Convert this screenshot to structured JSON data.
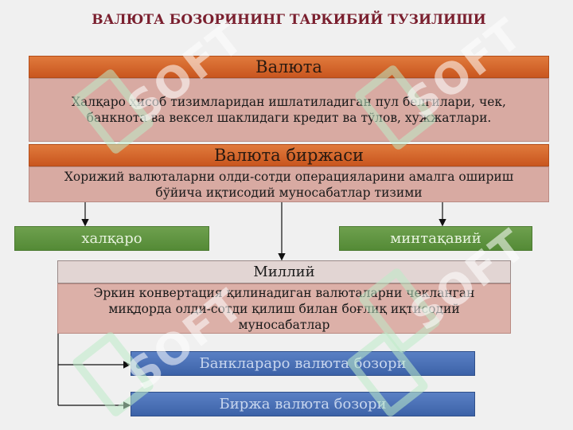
{
  "title": "ВАЛЮТА БОЗОРИНИНГ ТАРКИБИЙ ТУЗИЛИШИ",
  "valyuta": {
    "header": "Валюта",
    "description": "Халқаро ҳисоб тизимларидан ишлатиладиган пул белгилари, чек, банкнота ва вексел шаклидаги кредит ва тўлов, хужжатлари."
  },
  "birzha": {
    "header": "Валюта биржаси",
    "description": "Хорижий валюталарни олди-сотди операцияларини амалга ошириш бўйича иқтисодий муносабатлар тизими"
  },
  "branches": {
    "international": "халқаро",
    "regional": "минтақавий"
  },
  "milliy": {
    "header": "Миллий",
    "description": "Эркин конвертация қилинадиган валюталарни чекланган миқдорда олди-сотди қилиш билан боғлиқ иқтисодий муносабатлар"
  },
  "sub_markets": {
    "interbank": "Банклараро валюта бозори",
    "exchange": "Биржа валюта бозори"
  },
  "watermark": "SOFT",
  "colors": {
    "title": "#7a1f2e",
    "header_orange": "#d4662b",
    "body_pink": "#d8aaa2",
    "green": "#5f9540",
    "blue": "#4a70b6"
  }
}
